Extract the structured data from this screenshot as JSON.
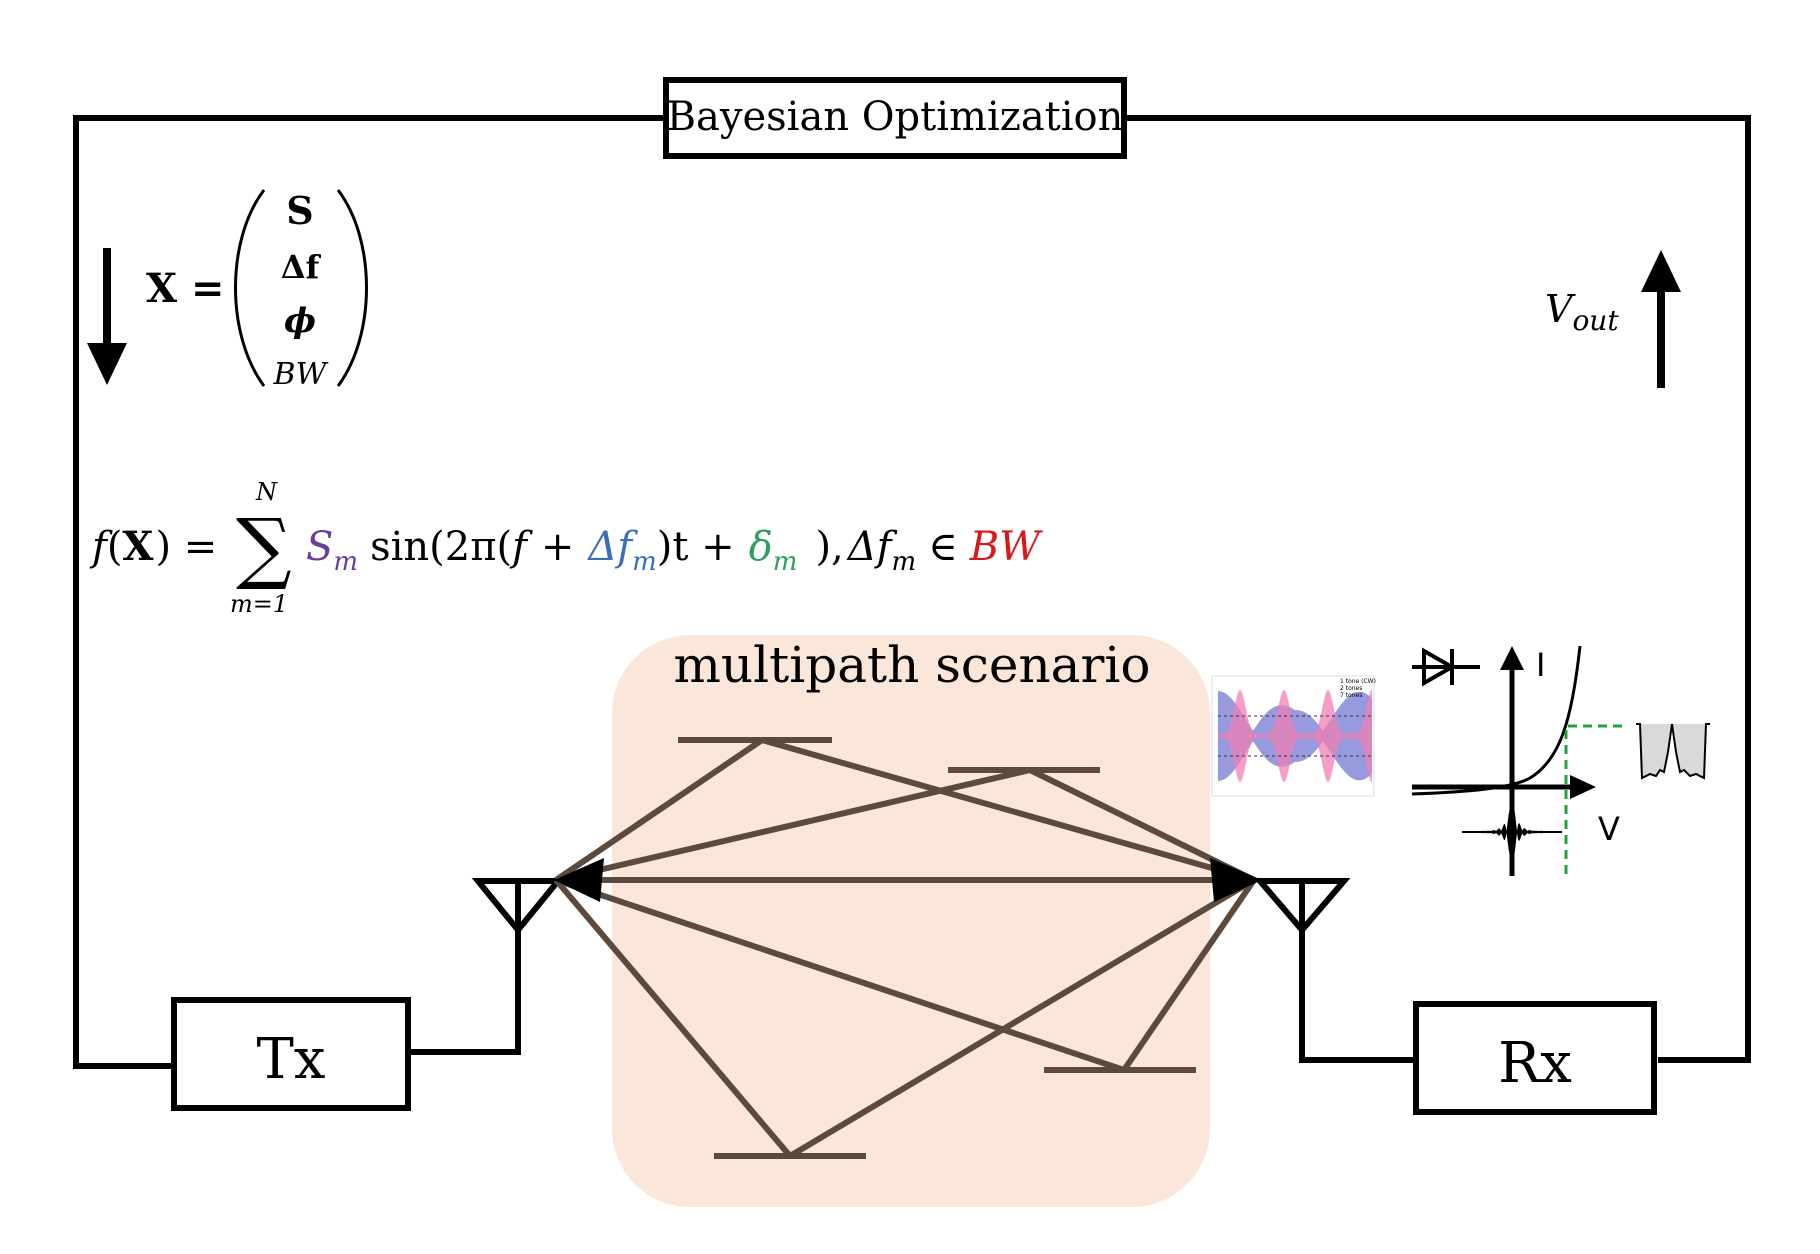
{
  "blocks": {
    "optimizer": "Bayesian Optimization",
    "tx": "Tx",
    "rx": "Rx",
    "channel": "multipath scenario"
  },
  "vector": {
    "lhs": "X =",
    "entries": [
      "S",
      "Δf",
      "ϕ",
      "BW"
    ]
  },
  "output": {
    "label_main": "V",
    "label_sub": "out"
  },
  "formula": {
    "f": "f",
    "open": "(",
    "X": "X",
    "close": ") =",
    "sum_top": "N",
    "sum_bottom": "m=1",
    "S": "S",
    "S_sub": "m",
    "sin": "sin(2π(",
    "f2": "f",
    "plus1": "+",
    "df": "Δf",
    "df_sub": "m",
    "after_df": ")t +",
    "delta": "δ",
    "delta_sub": "m",
    "tail": "),",
    "df2": "Δf",
    "df2_sub": "m",
    "in": "∈",
    "bw": "BW"
  },
  "inset": {
    "legend": [
      "1 tone (CW)",
      "2 tones",
      "7 tones"
    ]
  },
  "iv_plot": {
    "axis_i": "I",
    "axis_v": "V"
  },
  "colors": {
    "S": "#6a3d9a",
    "df": "#3b6fb6",
    "delta": "#2ca05a",
    "bw": "#d7191c",
    "channel_bg": "#fbe7d9",
    "paths": "#5c4a3f",
    "dashed": "#22a03c"
  }
}
